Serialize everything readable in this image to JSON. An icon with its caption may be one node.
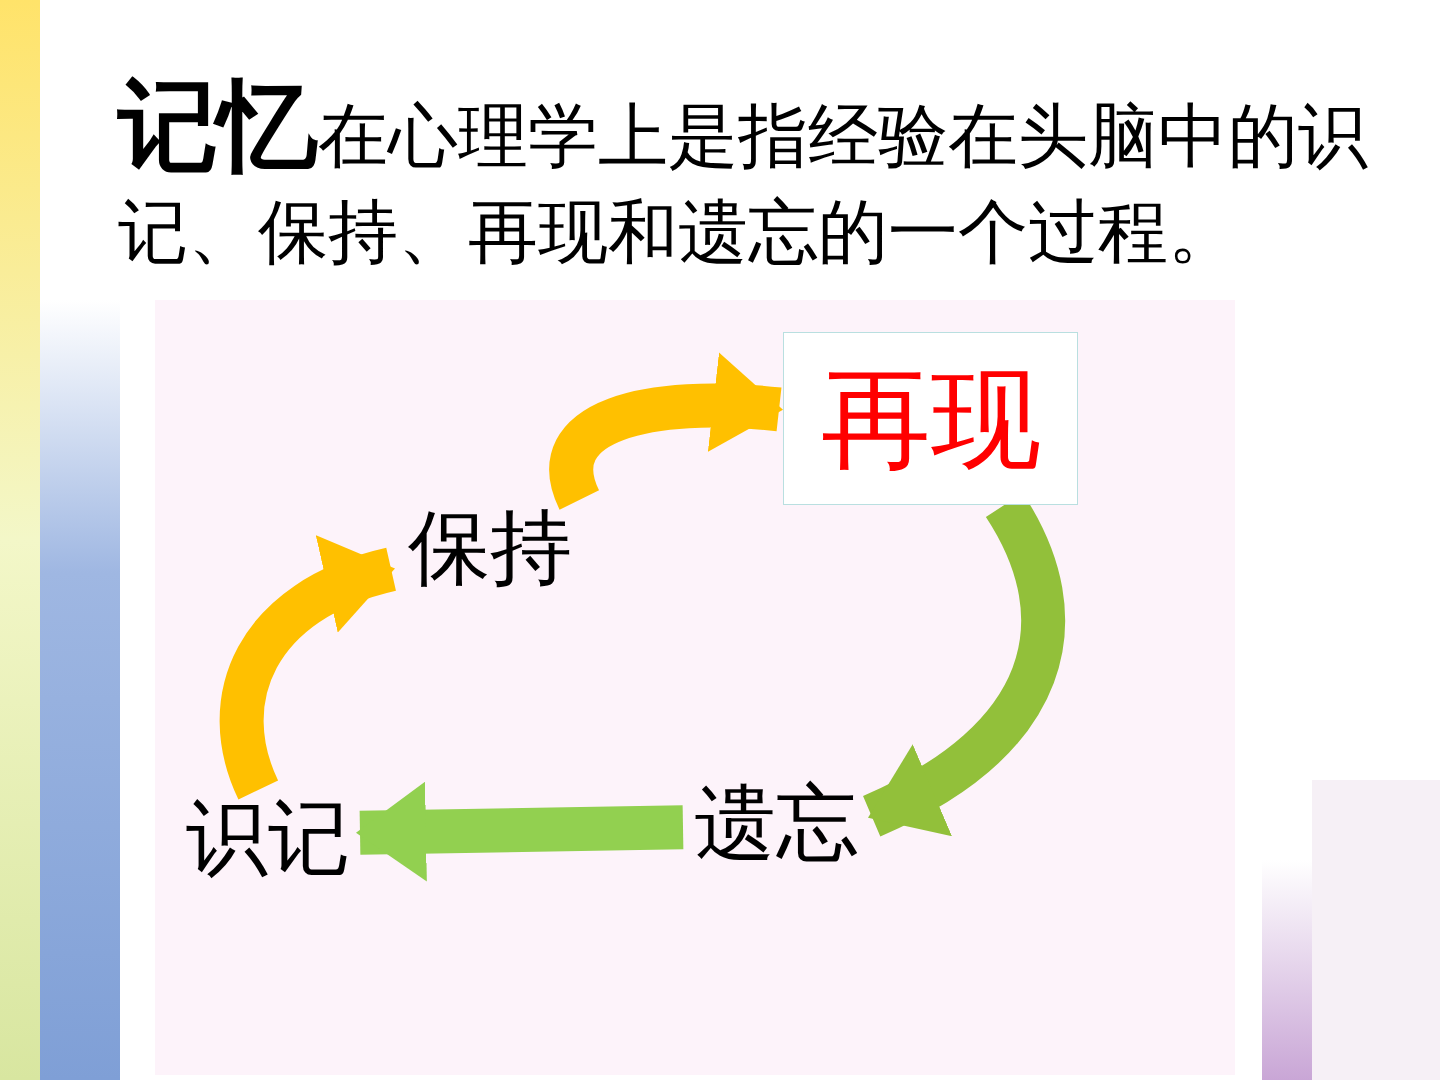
{
  "diagram": {
    "title": "**记忆**在心理学上是指经验在头脑中的识记、保持、再现和遗忘的一个过程。",
    "nodes": [
      {
        "text": [
          "再现"
        ]
      },
      {
        "text": [
          "保持"
        ]
      },
      {
        "text": [
          "遗忘"
        ]
      },
      {
        "text": [
          "识记"
        ]
      }
    ],
    "edges": [
      {
        "from": 3,
        "to": 1,
        "arrow": "to",
        "color": "#ffc000"
      },
      {
        "from": 1,
        "to": 0,
        "arrow": "to",
        "color": "#ffc000"
      },
      {
        "from": 0,
        "to": 2,
        "arrow": "to",
        "color": "#92c03a"
      },
      {
        "from": 2,
        "to": 3,
        "arrow": "to",
        "color": "#92d050"
      }
    ]
  }
}
